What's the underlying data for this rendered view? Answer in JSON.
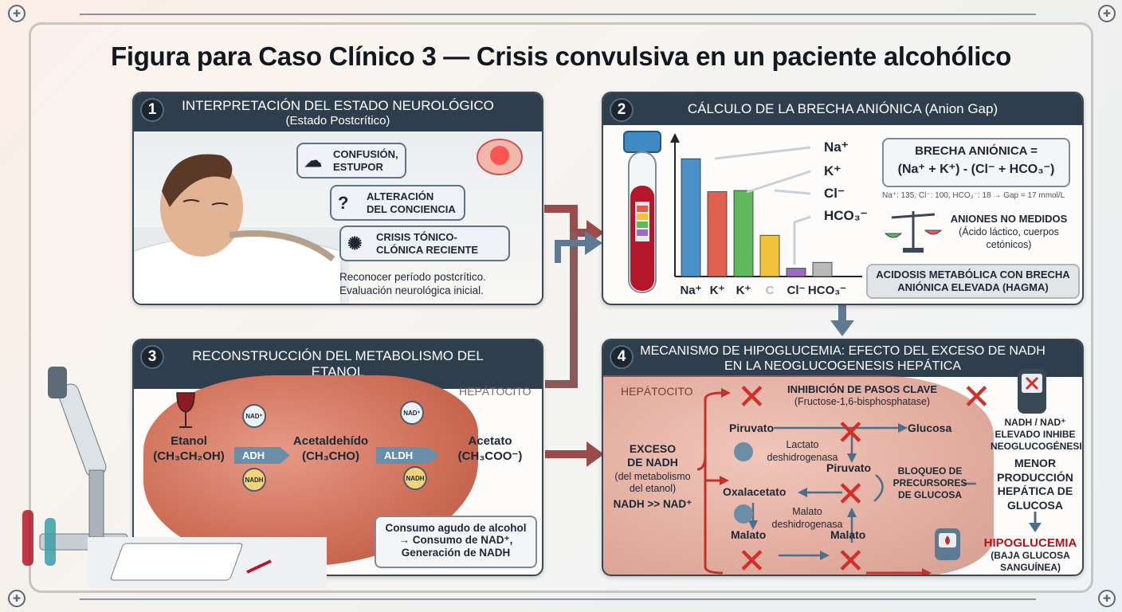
{
  "title": "Figura para Caso Clínico 3 — Crisis convulsiva en un paciente alcohólico",
  "panel1": {
    "number": "1",
    "title": "INTERPRETACIÓN DEL ESTADO NEUROLÓGICO",
    "subtitle": "(Estado Postcrítico)",
    "callouts": [
      "CONFUSIÓN, ESTUPOR",
      "ALTERACIÓN DEL CONCIENCIA",
      "CRISIS TÓNICO-CLÓNICA RECIENTE"
    ],
    "note_line1": "Reconocer período postcrítico.",
    "note_line2": "Evaluación neurológica inicial."
  },
  "panel2": {
    "number": "2",
    "title": "CÁLCULO DE LA BRECHA ANIÓNICA (Anion Gap)",
    "formula_title": "BRECHA ANIÓNICA =",
    "formula": "(Na⁺ + K⁺) - (Cl⁻ + HCO₃⁻)",
    "values_line": "Na⁺: 135, Cl⁻: 100, HCO₃⁻: 18 → Gap = 17 mmol/L",
    "unmeasured_title": "ANIONES NO MEDIDOS",
    "unmeasured_desc": "(Ácido láctico, cuerpos cetónicos)",
    "result": "ACIDOSIS METABÓLICA CON BRECHA ANIÓNICA ELEVADA (HAGMA)",
    "arrow_labels": [
      "Na⁺",
      "K⁺",
      "Cl⁻",
      "HCO₃⁻"
    ]
  },
  "chart_data": {
    "type": "bar",
    "categories": [
      "Na⁺",
      "K⁺",
      "K⁺",
      "C",
      "Cl⁻",
      "HCO₃⁻"
    ],
    "values": [
      100,
      72,
      73,
      35,
      7,
      12
    ],
    "colors": [
      "#4a90c8",
      "#e0614f",
      "#5fb85a",
      "#f2c23a",
      "#9c6cc0",
      "#b9b9b9"
    ],
    "ylim": [
      0,
      115
    ]
  },
  "panel3": {
    "number": "3",
    "title": "RECONSTRUCCIÓN DEL METABOLISMO DEL ETANOL",
    "region": "HEPÁTOCITO",
    "ethanol": "Etanol",
    "ethanol_formula": "(CH₃CH₂OH)",
    "acetaldehyde": "Acetaldehído",
    "acetaldehyde_formula": "(CH₃CHO)",
    "acetate": "Acetato",
    "acetate_formula": "(CH₃COO⁻)",
    "enzyme1": "ADH",
    "enzyme2": "ALDH",
    "nad": "NAD⁺",
    "nadh": "NADH",
    "consumption_title": "Consumo agudo de alcohol",
    "consumption_line2": "→ Consumo de NAD⁺,",
    "consumption_line3": "Generación de NADH"
  },
  "panel4": {
    "number": "4",
    "title_line1": "MECANISMO DE HIPOGLUCEMIA: EFECTO DEL EXCESO DE NADH",
    "title_line2": "EN LA NEOGLUCOGENESIS HEPÁTICA",
    "region": "HEPÁTOCITO",
    "inhibition_title": "INHIBICIÓN DE PASOS CLAVE",
    "inhibition_sub": "(Fructose-1,6-bisphosphatase)",
    "excess_line1": "EXCESO",
    "excess_line2": "DE NADH",
    "excess_line3": "(del metabolismo",
    "excess_line4": "del etanol)",
    "excess_line5": "NADH >> NAD⁺",
    "pyruvate": "Piruvato",
    "glucose": "Glucosa",
    "lactate_dh": "Lactato deshidrogenasa",
    "pyruvate2": "Piruvato",
    "block_title": "BLOQUEO DE PRECURSORES DE GLUCOSA",
    "oxaloacetate": "Oxalacetato",
    "malate_dh": "Malato deshidrogenasa",
    "malate": "Malato",
    "malate2": "Malato",
    "ratio_text": "NADH / NAD⁺ ELEVADO INHIBE NEOGLUCOGÉNESIS",
    "lower_text": "MENOR PRODUCCIÓN HEPÁTICA DE GLUCOSA",
    "hypo_title": "HIPOGLUCEMIA",
    "hypo_sub": "(BAJA GLUCOSA SANGUÍNEA)"
  }
}
